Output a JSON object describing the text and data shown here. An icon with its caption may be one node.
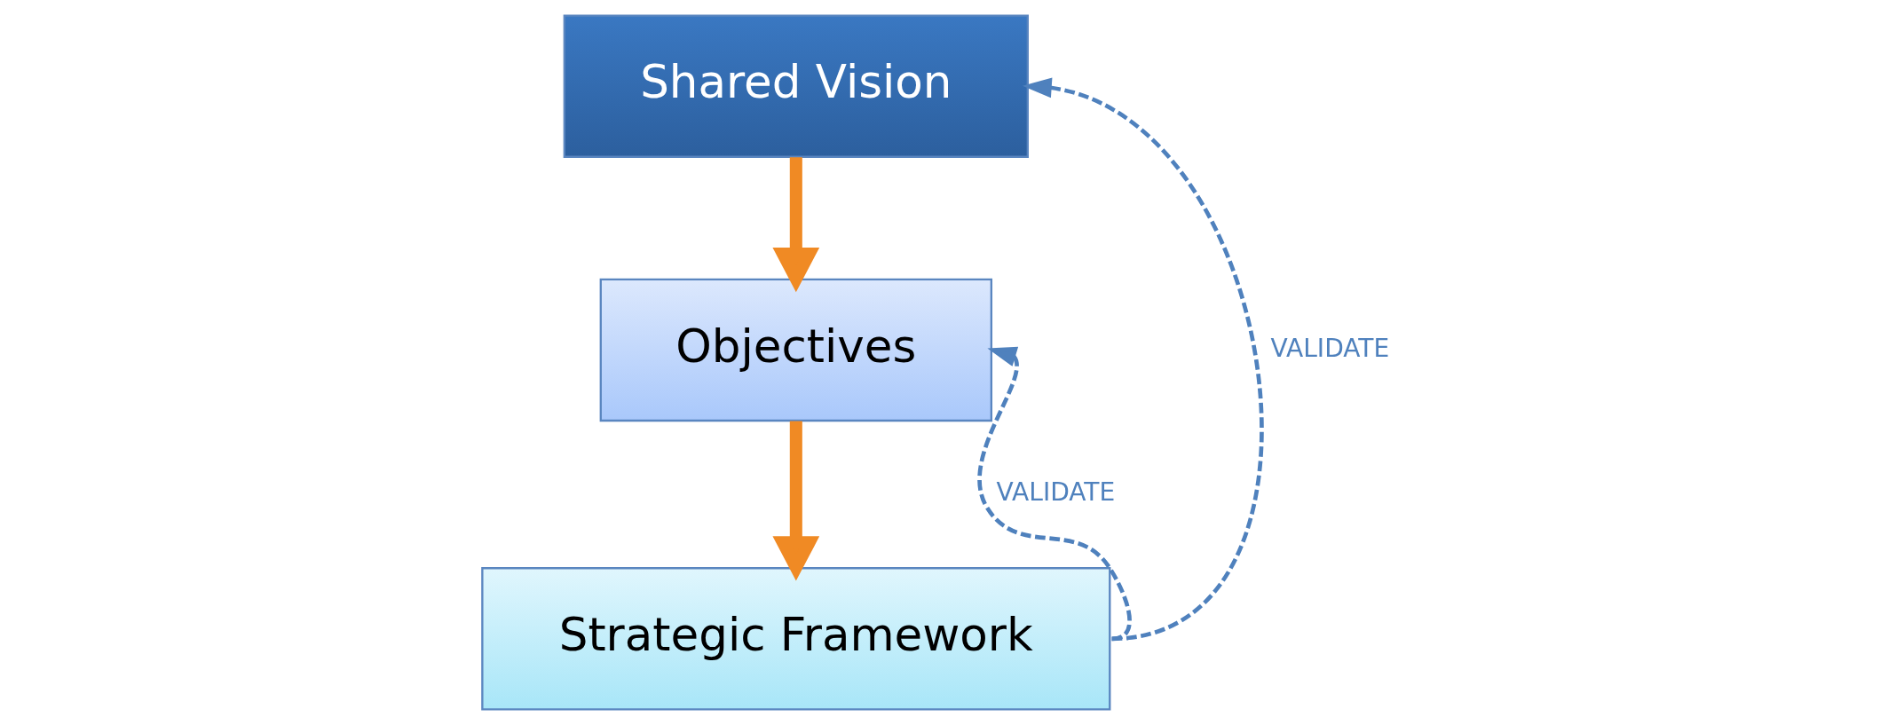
{
  "diagram": {
    "nodes": [
      {
        "text": [
          "Shared Vision"
        ]
      },
      {
        "text": [
          "Objectives"
        ]
      },
      {
        "text": [
          "Strategic Framework"
        ]
      }
    ],
    "edges": [
      {
        "from": 0,
        "to": 1,
        "arrow": "to",
        "style": "thick",
        "color": "#f08a24"
      },
      {
        "from": 1,
        "to": 2,
        "arrow": "to",
        "style": "thick",
        "color": "#f08a24"
      },
      {
        "from": 2,
        "to": 1,
        "arrow": "to",
        "style": "dashed",
        "color": "#4f81bd",
        "label": "VALIDATE"
      },
      {
        "from": 2,
        "to": 0,
        "arrow": "to",
        "style": "dashed",
        "color": "#4f81bd",
        "label": "VALIDATE"
      }
    ]
  }
}
